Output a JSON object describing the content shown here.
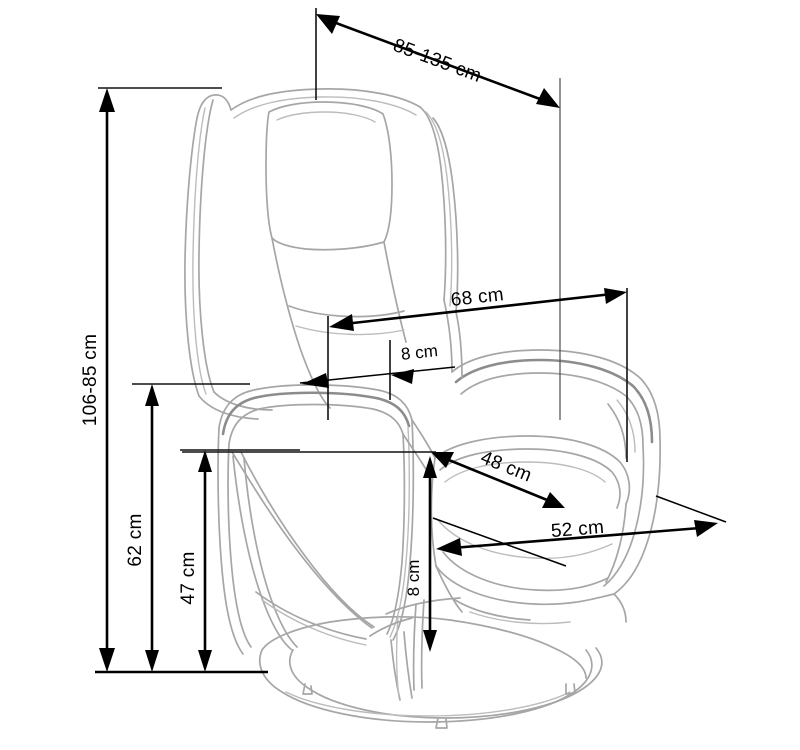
{
  "drawing": {
    "type": "technical-dimension-drawing",
    "subject": "recliner-armchair",
    "units": "cm",
    "background_color": "#ffffff",
    "outline_color": "#a6a6a6",
    "dimension_color": "#000000"
  },
  "dimensions": {
    "overall_diagonal_depth": {
      "label": "85-135 cm",
      "orientation": "diagonal",
      "position": "top"
    },
    "overall_height": {
      "label": "106-85 cm",
      "orientation": "vertical",
      "position": "far-left"
    },
    "backrest_width": {
      "label": "68 cm",
      "orientation": "diagonal",
      "position": "middle"
    },
    "armrest_offset": {
      "label": "8 cm",
      "orientation": "diagonal",
      "position": "middle"
    },
    "armrest_height": {
      "label": "62 cm",
      "orientation": "vertical",
      "position": "left"
    },
    "seat_height": {
      "label": "47 cm",
      "orientation": "vertical",
      "position": "left-inner"
    },
    "seat_depth": {
      "label": "48 cm",
      "orientation": "diagonal",
      "position": "center-right"
    },
    "seat_width": {
      "label": "52 cm",
      "orientation": "diagonal",
      "position": "lower-right"
    },
    "base_clearance": {
      "label": "8 cm",
      "orientation": "vertical",
      "position": "bottom-center"
    }
  }
}
